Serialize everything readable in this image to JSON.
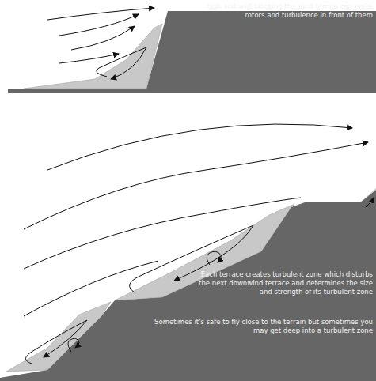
{
  "diagram": {
    "labels": [
      "high and well blocking the wind terrain can make rotors and turbulence in front of them",
      "Each terrace creates turbulent zone which disturbs the next downwind terrace and determines the size and strength of its turbulent zone",
      "Sometimes it's safe to fly close to the terrain but sometimes you may get deep into a turbulent zone"
    ]
  }
}
